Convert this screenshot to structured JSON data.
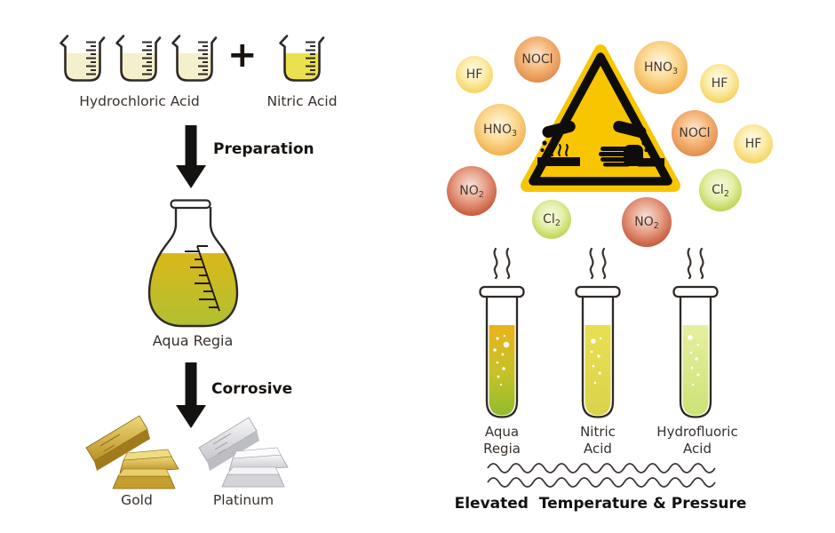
{
  "left_panel": {
    "reactant_hcl_label": "Hydrochloric Acid",
    "plus_sign": "+",
    "reactant_nitric_label": "Nitric Acid",
    "preparation_label": "Preparation",
    "product_label": "Aqua Regia",
    "corrosive_label": "Corrosive",
    "gold_label": "Gold",
    "platinum_label": "Platinum"
  },
  "right_panel": {
    "bubbles": [
      {
        "main": "HF",
        "sub": ""
      },
      {
        "main": "NOCl",
        "sub": ""
      },
      {
        "main": "HNO",
        "sub": "3"
      },
      {
        "main": "NO",
        "sub": "2"
      },
      {
        "main": "Cl",
        "sub": "2"
      },
      {
        "main": "HNO",
        "sub": "3"
      },
      {
        "main": "HF",
        "sub": ""
      },
      {
        "main": "NOCl",
        "sub": ""
      },
      {
        "main": "HF",
        "sub": ""
      },
      {
        "main": "Cl",
        "sub": "2"
      },
      {
        "main": "NO",
        "sub": "2"
      }
    ],
    "tube_labels": [
      {
        "line1": "Aqua",
        "line2": "Regia"
      },
      {
        "line1": "Nitric",
        "line2": "Acid"
      },
      {
        "line1": "Hydrofluoric",
        "line2": "Acid"
      }
    ],
    "footer_label": "Elevated  Temperature & Pressure"
  },
  "colors": {
    "hazard_yellow": "#F7C600",
    "outline_dark": "#2E2926",
    "text_dark": "#38302C",
    "hcl_liquid": "#F4EFCC",
    "nitric_liquid": "#EBE14E",
    "aqua_regia_top": "#DAB81A",
    "aqua_regia_bottom": "#ADC133",
    "tube_nitric": "#E3D94E",
    "tube_hf": "#D8E88C",
    "bubble_yellow_edge": "#F5CD4D",
    "bubble_orange_edge": "#F0A63E",
    "bubble_deep_orange_edge": "#DD8340",
    "bubble_red_edge": "#C04C2E",
    "bubble_green_edge": "#B5CC3D",
    "gold": "#C79B2D",
    "platinum": "#D9D9DD"
  }
}
